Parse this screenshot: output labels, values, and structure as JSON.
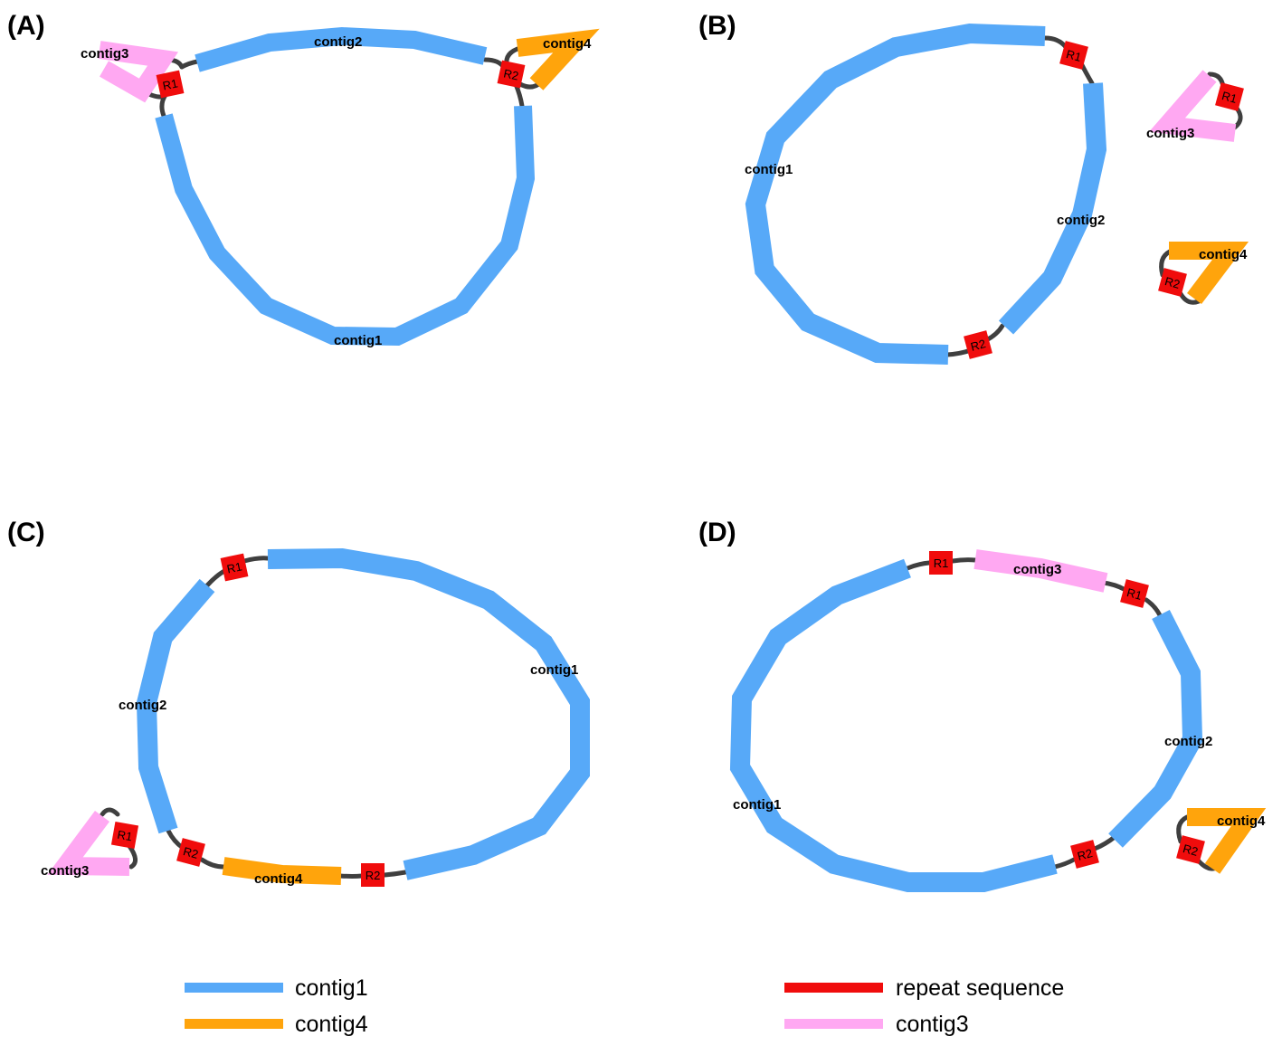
{
  "colors": {
    "contig1": "#57a9f8",
    "contig2": "#57a9f8",
    "contig3": "#ffa8f2",
    "contig4": "#ffa40c",
    "repeat": "#f00c0c",
    "link": "#3f3f3f"
  },
  "panels": [
    {
      "label": "(A)",
      "contigs": [
        "contig3",
        "contig2",
        "contig4",
        "contig1"
      ],
      "repeats": [
        "R1",
        "R2"
      ]
    },
    {
      "label": "(B)",
      "contigs": [
        "contig1",
        "contig2",
        "contig3",
        "contig4"
      ],
      "repeats": [
        "R1",
        "R2",
        "R1",
        "R2"
      ]
    },
    {
      "label": "(C)",
      "contigs": [
        "contig1",
        "contig2",
        "contig4",
        "contig3"
      ],
      "repeats": [
        "R1",
        "R2",
        "R2",
        "R1"
      ]
    },
    {
      "label": "(D)",
      "contigs": [
        "contig3",
        "contig2",
        "contig1",
        "contig4"
      ],
      "repeats": [
        "R1",
        "R1",
        "R2",
        "R2"
      ]
    }
  ],
  "legend": [
    {
      "key": "contig1",
      "label": "contig1"
    },
    {
      "key": "contig4",
      "label": "contig4"
    },
    {
      "key": "repeat",
      "label": "repeat sequence"
    },
    {
      "key": "contig3",
      "label": "contig3"
    }
  ]
}
